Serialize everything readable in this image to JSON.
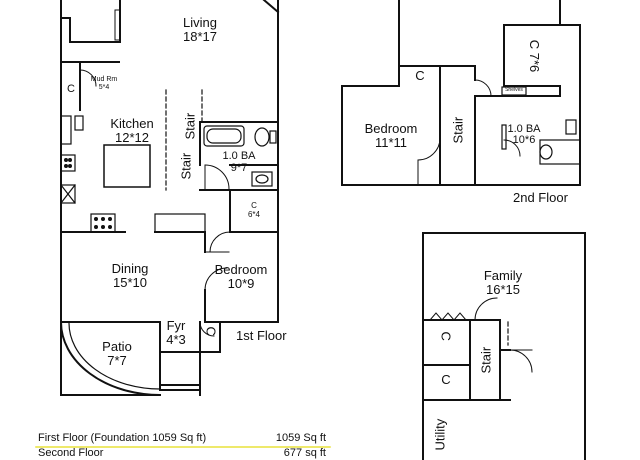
{
  "floor_labels": {
    "first": "1st Floor",
    "second": "2nd Floor"
  },
  "rooms": {
    "living": {
      "name": "Living",
      "dims": "18*17"
    },
    "mud_room": {
      "name": "Mud Rm",
      "dims": "5*4"
    },
    "kitchen": {
      "name": "Kitchen",
      "dims": "12*12"
    },
    "bath_first": {
      "name": "1.0 BA",
      "dims": "9*7"
    },
    "closet_first": {
      "name": "C",
      "dims": "6*4"
    },
    "dining": {
      "name": "Dining",
      "dims": "15*10"
    },
    "bedroom_first": {
      "name": "Bedroom",
      "dims": "10*9"
    },
    "patio": {
      "name": "Patio",
      "dims": "7*7"
    },
    "foyer": {
      "name": "Fyr",
      "dims": "4*3"
    },
    "bedroom_second": {
      "name": "Bedroom",
      "dims": "11*11"
    },
    "bath_second": {
      "name": "1.0 BA",
      "dims": "10*6"
    },
    "closet_second": {
      "name": "C",
      "dims": "7*6"
    },
    "family": {
      "name": "Family",
      "dims": "16*15"
    }
  },
  "markers": {
    "closet": "C",
    "stair": "Stair",
    "shelves": "Shelves",
    "utility": "Utility"
  },
  "summary": [
    {
      "label": "First Floor (Foundation 1059 Sq ft)",
      "value": "1059 Sq ft"
    },
    {
      "label": "Second Floor",
      "value": "677 sq ft"
    }
  ],
  "colors": {
    "wall": "#111111",
    "summary_divider": "#e8e23a"
  }
}
